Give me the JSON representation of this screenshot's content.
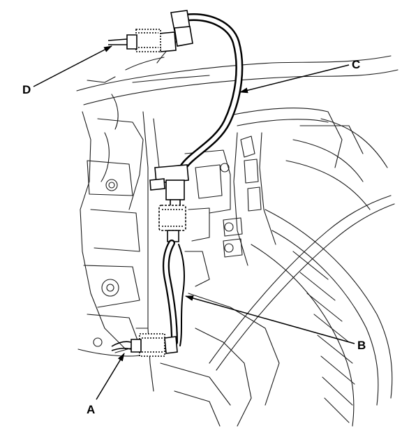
{
  "callouts": {
    "a": "A",
    "b": "B",
    "c": "C",
    "d": "D"
  },
  "colors": {
    "ink": "#000000",
    "paper": "#ffffff",
    "engine_lines": "#1a1a1a"
  }
}
